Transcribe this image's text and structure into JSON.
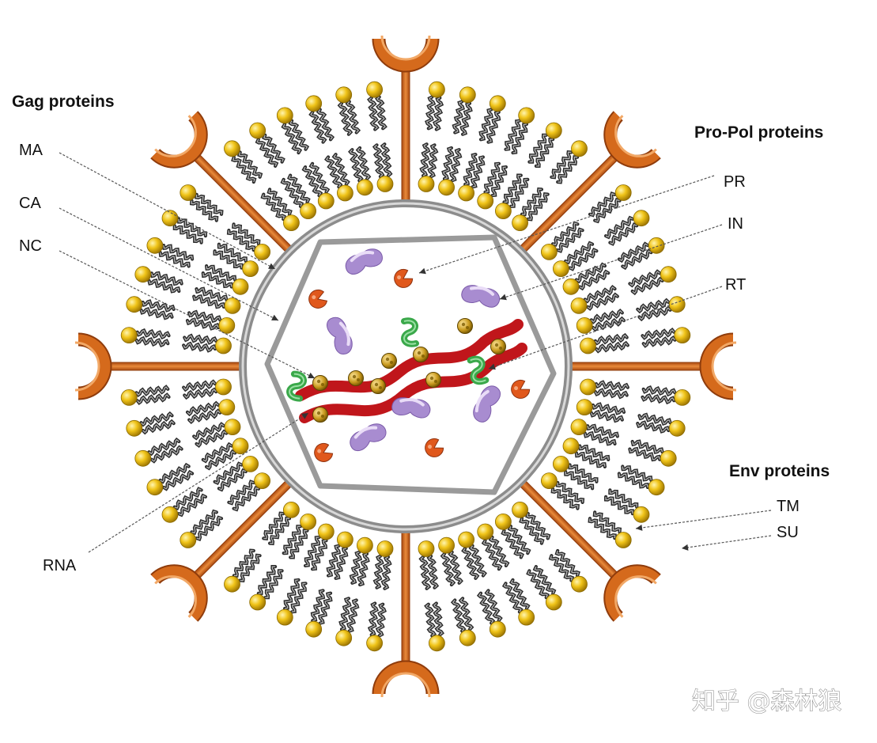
{
  "groups": {
    "gag": {
      "title": "Gag proteins",
      "labels": [
        "MA",
        "CA",
        "NC"
      ]
    },
    "propol": {
      "title": "Pro-Pol proteins",
      "labels": [
        "PR",
        "IN",
        "RT"
      ]
    },
    "env": {
      "title": "Env proteins",
      "labels": [
        "TM",
        "SU"
      ]
    },
    "rna": {
      "label": "RNA"
    }
  },
  "watermark": "知乎 @森林狼",
  "colors": {
    "lipid_head": "#f0c419",
    "spike": "#d56a1c",
    "capsid": "#9a9a9a",
    "rna": "#c0161b",
    "nucleocapsid": "#e7b832",
    "integrase": "#3aa84a",
    "reverse_transcriptase": "#a88cd0",
    "protease": "#e0581c"
  }
}
